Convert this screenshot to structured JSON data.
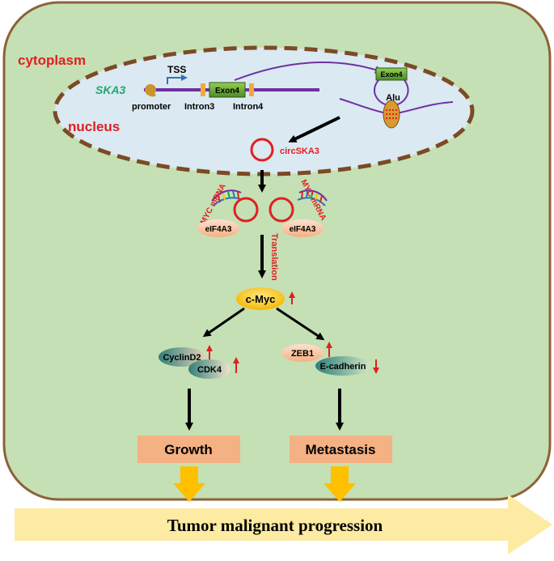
{
  "compartments": {
    "cytoplasm": "cytoplasm",
    "nucleus": "nucleus"
  },
  "gene": {
    "name": "SKA3",
    "tss": "TSS",
    "promoter": "promoter",
    "exon": "Exon4",
    "intron3": "Intron3",
    "intron4": "Intron4"
  },
  "circularization": {
    "exon": "Exon4",
    "alu": "Alu"
  },
  "circrna": "circSKA3",
  "complex": {
    "mrna_left": "MYC mRNA",
    "mrna_right": "MYC mRNA",
    "eif_left": "eIF4A3",
    "eif_right": "eIF4A3",
    "translation": "Translation"
  },
  "cmyc": "c-Myc",
  "targets": {
    "cyclind2": "CyclinD2",
    "cdk4": "CDK4",
    "zeb1": "ZEB1",
    "ecadherin": "E-cadherin"
  },
  "outcomes": {
    "growth": "Growth",
    "metastasis": "Metastasis"
  },
  "progression": "Tumor malignant progression",
  "colors": {
    "cell_fill": "#c5e0b4",
    "cell_stroke": "#8c6239",
    "nucleus_fill": "#dae9f2",
    "nucleus_stroke": "#7b4a24",
    "label_red": "#e02020",
    "gene_green": "#1fa870",
    "dna_purple": "#7030a0",
    "outcome_fill": "#f4b183",
    "progress_fill": "#fdeba3",
    "down_arrow": "#ffc000"
  }
}
